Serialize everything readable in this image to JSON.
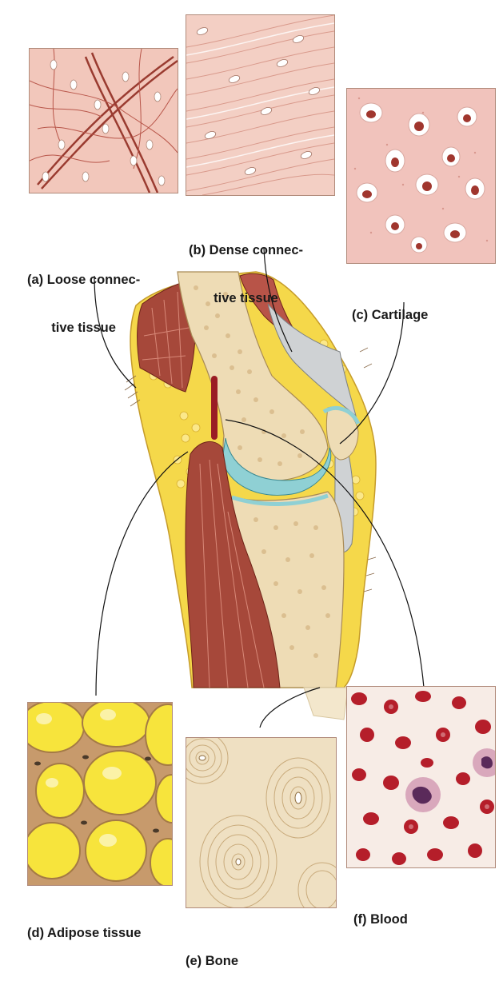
{
  "labels": {
    "a_line1": "(a) Loose connec-",
    "a_line2": "tive tissue",
    "b_line1": "(b) Dense connec-",
    "b_line2": "tive tissue",
    "c": "(c) Cartilage",
    "d": "(d) Adipose tissue",
    "e": "(e) Bone",
    "f": "(f) Blood"
  },
  "colors": {
    "loose_bg": "#f2c7bb",
    "dense_bg": "#f3cfc4",
    "cartilage_bg": "#f1c3bc",
    "adipose_fill": "#f7e43c",
    "adipose_bg": "#c79a6c",
    "bone_bg": "#efe0c2",
    "blood_bg": "#f7ece6",
    "rbc": "#b51e2a",
    "muscle": "#a6483a",
    "fat_layer": "#f5d84a",
    "cartilage_blue": "#8fd0d4"
  }
}
